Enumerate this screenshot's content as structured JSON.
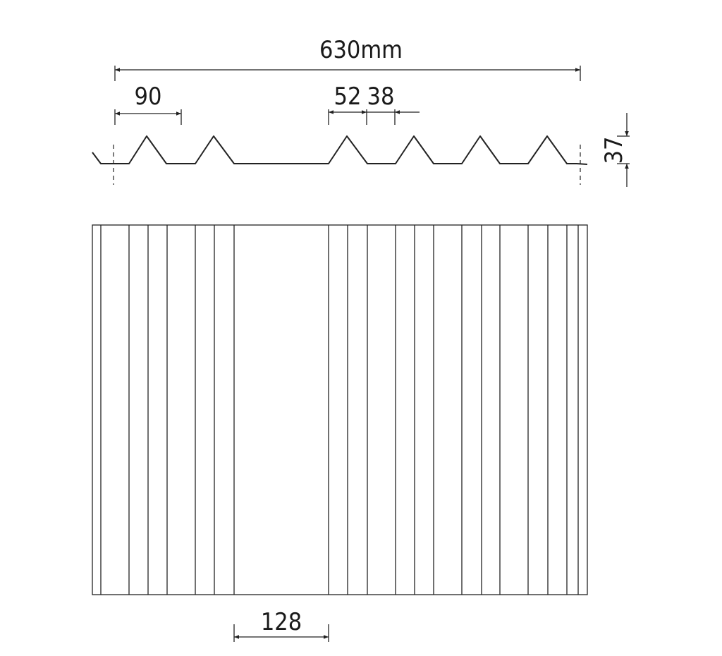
{
  "dimensions": {
    "total_width": "630mm",
    "pitch": "90",
    "crest_width": "52",
    "valley_width": "38",
    "height": "37",
    "flat_width": "128"
  },
  "colors": {
    "line": "#222222",
    "background": "#ffffff"
  }
}
